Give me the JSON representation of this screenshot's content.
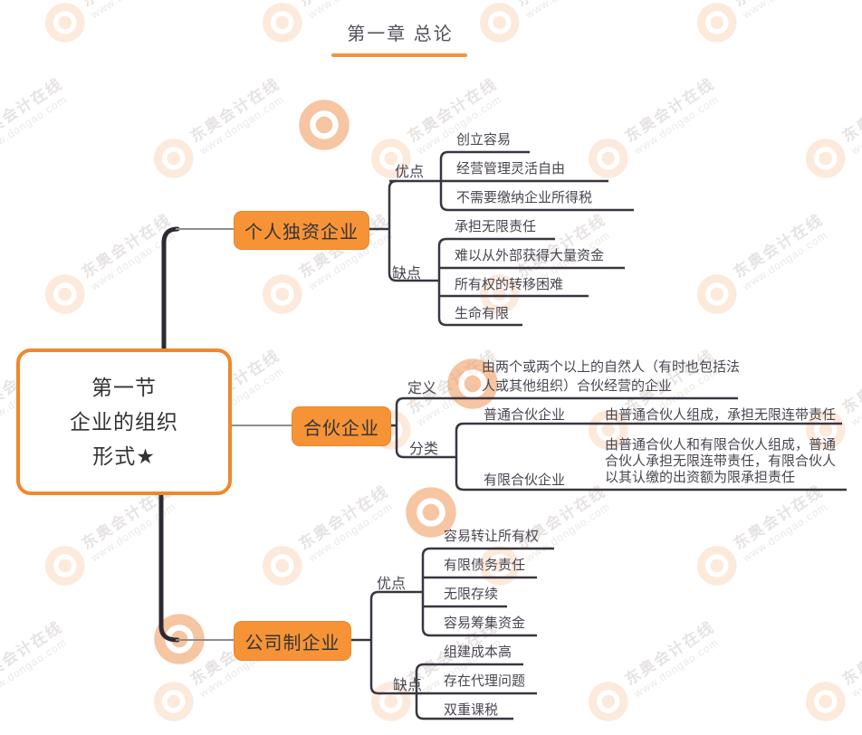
{
  "title": {
    "text": "第一章 总论"
  },
  "watermark": {
    "line1": "东奥会计在线",
    "line2": "www.dongao.com"
  },
  "root": {
    "line1": "第一节",
    "line2": "企业的组织",
    "line3": "形式★"
  },
  "colors": {
    "accent": "#F79337",
    "line_dark": "#3A3540",
    "line_gray": "#8D8D8D",
    "trunk": "#2E2A33",
    "text": "#4A4550"
  },
  "branches": [
    {
      "label": "个人独资企业",
      "groups": [
        {
          "label": "优点",
          "items": [
            "创立容易",
            "经营管理灵活自由",
            "不需要缴纳企业所得税"
          ]
        },
        {
          "label": "缺点",
          "items": [
            "承担无限责任",
            "难以从外部获得大量资金",
            "所有权的转移困难",
            "生命有限"
          ]
        }
      ]
    },
    {
      "label": "合伙企业",
      "groups": [
        {
          "label": "定义",
          "text": "由两个或两个以上的自然人（有时也包括法人或其他组织）合伙经营的企业"
        },
        {
          "label": "分类",
          "rows": [
            {
              "term": "普通合伙企业",
              "desc": "由普通合伙人组成，承担无限连带责任"
            },
            {
              "term": "有限合伙企业",
              "desc": "由普通合伙人和有限合伙人组成，普通合伙人承担无限连带责任，有限合伙人以其认缴的出资额为限承担责任"
            }
          ]
        }
      ]
    },
    {
      "label": "公司制企业",
      "groups": [
        {
          "label": "优点",
          "items": [
            "容易转让所有权",
            "有限债务责任",
            "无限存续",
            "容易筹集资金"
          ]
        },
        {
          "label": "缺点",
          "items": [
            "组建成本高",
            "存在代理问题",
            "双重课税"
          ]
        }
      ]
    }
  ]
}
